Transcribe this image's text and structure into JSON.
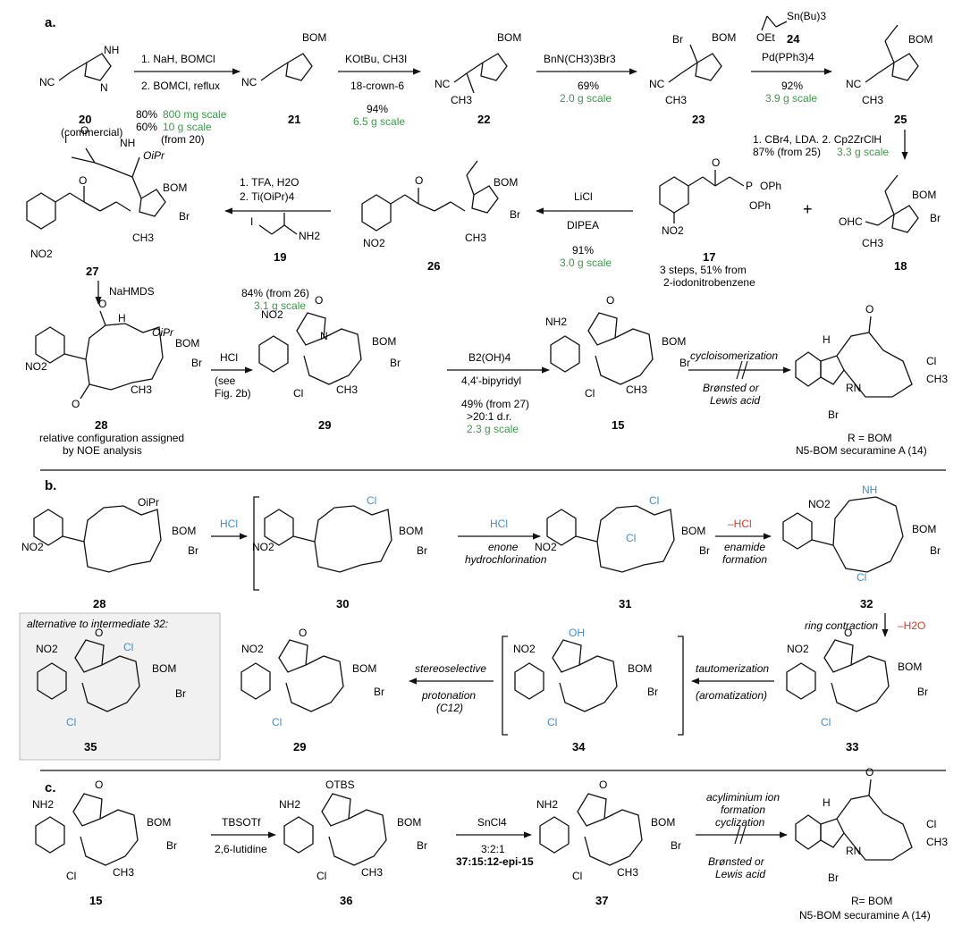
{
  "sections": {
    "a": "a.",
    "b": "b.",
    "c": "c."
  },
  "a": {
    "r1": {
      "reag1": "1. NaH, BOMCl",
      "reag2": "2. BOMCl, reflux",
      "y1": "80%",
      "y1s": "800 mg scale",
      "y2": "60%",
      "y2s": "10 g scale",
      "note": "(from 20)"
    },
    "r2": {
      "reag1": "KOtBu, CH3I",
      "reag2": "18-crown-6",
      "y": "94%",
      "s": "6.5 g scale"
    },
    "r3": {
      "reag": "BnN(CH3)3Br3",
      "y": "69%",
      "s": "2.0 g scale"
    },
    "r4": {
      "cmpd": "24",
      "reag": "Pd(PPh3)4",
      "y": "92%",
      "s": "3.9 g scale",
      "stannane": "Sn(Bu)3",
      "oet": "OEt"
    },
    "r5": {
      "reag": "1. CBr4, LDA. 2. Cp2ZrClH",
      "y": "87% (from 25)",
      "s": "3.3 g scale"
    },
    "r6": {
      "reag1": "LiCl",
      "reag2": "DIPEA",
      "y": "91%",
      "s": "3.0 g scale"
    },
    "r7": {
      "reag1": "1. TFA, H2O",
      "reag2": "2. Ti(OiPr)4",
      "y": "84% (from 26)",
      "s": "3.1 g scale",
      "cmpd": "19"
    },
    "r8": {
      "reag": "NaHMDS"
    },
    "r9": {
      "reag": "HCl",
      "note1": "(see",
      "note2": "Fig. 2b)"
    },
    "r10": {
      "reag1": "B2(OH)4",
      "reag2": "4,4'-bipyridyl",
      "y": "49% (from 27)",
      "dr": ">20:1 d.r.",
      "s": "2.3 g scale"
    },
    "r11": {
      "reag1": "cycloisomerization",
      "reag2": "Brønsted or",
      "reag3": "Lewis acid"
    },
    "c20": {
      "id": "20",
      "sub": "(commercial)"
    },
    "c21": "21",
    "c22": "22",
    "c23": "23",
    "c25": "25",
    "c18": "18",
    "c17": {
      "id": "17",
      "n1": "3 steps, 51% from",
      "n2": "2-iodonitrobenzene"
    },
    "c26": "26",
    "c27": "27",
    "c28": {
      "id": "28",
      "n1": "relative configuration assigned",
      "n2": "by NOE analysis"
    },
    "c29": "29",
    "c15": "15",
    "c14": {
      "r": "R = BOM",
      "name": "N5-BOM securamine A (14)"
    }
  },
  "b": {
    "hcl1": "HCl",
    "hcl2": "HCl",
    "hcl2note1": "enone",
    "hcl2note2": "hydrochlorination",
    "elim": "–HCl",
    "elimnote1": "enamide",
    "elimnote2": "formation",
    "ring": "ring contraction",
    "water": "–H2O",
    "taut1": "tautomerization",
    "taut2": "(aromatization)",
    "prot1": "stereoselective",
    "prot2": "protonation",
    "prot3": "(C12)",
    "alt": "alternative to intermediate 32:",
    "ids": [
      "28",
      "30",
      "31",
      "32",
      "33",
      "34",
      "29",
      "35"
    ]
  },
  "c": {
    "r1": {
      "reag1": "TBSOTf",
      "reag2": "2,6-lutidine"
    },
    "r2": {
      "reag1": "SnCl4",
      "reag2": "3:2:1",
      "reag3": "37:15:12-epi-15"
    },
    "r3": {
      "reag1": "acyliminium ion",
      "reag2": "formation",
      "reag3": "cyclization",
      "reag4": "Brønsted or",
      "reag5": "Lewis acid"
    },
    "ids": [
      "15",
      "36",
      "37"
    ],
    "prod": {
      "r": "R= BOM",
      "name": "N5-BOM securamine A (14)"
    }
  },
  "atoms": {
    "bom": "BOM",
    "br": "Br",
    "cl": "Cl",
    "no2": "NO2",
    "nh2": "NH2",
    "o": "O",
    "oh": "OH",
    "otbs": "OTBS",
    "n": "N",
    "nh": "NH",
    "h": "H",
    "nc": "NC",
    "ch3": "CH3",
    "oipr": "OiPr",
    "ohc": "OHC",
    "i": "I",
    "oph": "OPh",
    "p": "P",
    "rn": "RN",
    "plus": "+"
  }
}
